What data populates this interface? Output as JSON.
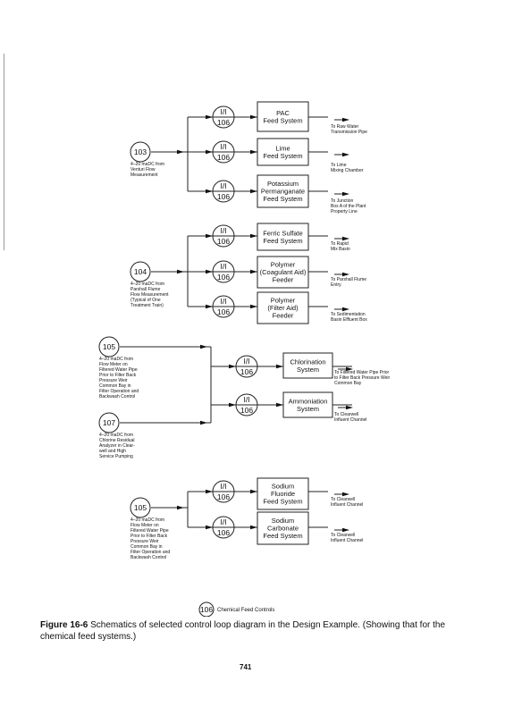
{
  "groups": [
    {
      "sources": [
        {
          "circle": "103",
          "desc": [
            "4–20 maDC from",
            "Venturi Flow",
            "Measurement"
          ]
        }
      ],
      "feeds": [
        {
          "circle": [
            "I/I",
            "106"
          ],
          "box": [
            "PAC",
            "Feed System"
          ],
          "dest": [
            "To Raw Water",
            "Transmission Pipe"
          ]
        },
        {
          "circle": [
            "I/I",
            "106"
          ],
          "box": [
            "Lime",
            "Feed System"
          ],
          "dest": [
            "To Lime",
            "Mixing Chamber"
          ]
        },
        {
          "circle": [
            "I/I",
            "106"
          ],
          "box": [
            "Potassium",
            "Permanganate",
            "Feed System"
          ],
          "dest": [
            "To Junction",
            "Box A of the Plant",
            "Property Line"
          ]
        }
      ]
    },
    {
      "sources": [
        {
          "circle": "104",
          "desc": [
            "4–20 maDC from",
            "Parshall Flume",
            "Flow Measurement",
            "(Typical of One",
            "Treatment Train)"
          ]
        }
      ],
      "feeds": [
        {
          "circle": [
            "I/I",
            "106"
          ],
          "box": [
            "Ferric Sulfate",
            "Feed System"
          ],
          "dest": [
            "To Rapid",
            "Mix Basin"
          ]
        },
        {
          "circle": [
            "I/I",
            "106"
          ],
          "box": [
            "Polymer",
            "(Coagulant Aid)",
            "Feeder"
          ],
          "dest": [
            "To Parshall Flume",
            "Entry"
          ]
        },
        {
          "circle": [
            "I/I",
            "106"
          ],
          "box": [
            "Polymer",
            "(Filter Aid)",
            "Feeder"
          ],
          "dest": [
            "To Sedimentation",
            "Basin Effluent Box"
          ]
        }
      ]
    },
    {
      "sources": [
        {
          "circle": "105",
          "desc": [
            "4–20 maDC from",
            "Flow Meter on",
            "Filtered Water Pipe",
            "Prior to Filter Back",
            "Pressure Weir",
            "Common Bay in",
            "Filter Operation and",
            "Backwash Control"
          ]
        },
        {
          "circle": "107",
          "desc": [
            "4–20 maDC from",
            "Chlorine Residual",
            "Analyzer in Clear-",
            "well and High",
            "Service Pumping"
          ]
        }
      ],
      "feeds": [
        {
          "circle": [
            "I/I",
            "106"
          ],
          "box": [
            "Chlorination",
            "System"
          ],
          "dest": [
            "To Filtered Water Pipe Prior",
            "to Filter Back Pressure Weir",
            "Common Bay"
          ]
        },
        {
          "circle": [
            "I/I",
            "106"
          ],
          "box": [
            "Ammoniation",
            "System"
          ],
          "dest": [
            "To Clearwell",
            "Influent Channel"
          ]
        }
      ]
    },
    {
      "sources": [
        {
          "circle": "105",
          "desc": [
            "4–20 maDC from",
            "Flow Meter on",
            "Filtered Water Pipe",
            "Prior to Filter Back",
            "Pressure Weir",
            "Common Bay in",
            "Filter Operation and",
            "Backwash Control"
          ]
        }
      ],
      "feeds": [
        {
          "circle": [
            "I/I",
            "106"
          ],
          "box": [
            "Sodium",
            "Fluoride",
            "Feed System"
          ],
          "dest": [
            "To Clearwell",
            "Influent Channel"
          ]
        },
        {
          "circle": [
            "I/I",
            "106"
          ],
          "box": [
            "Sodium",
            "Carbonate",
            "Feed System"
          ],
          "dest": [
            "To Clearwell",
            "Influent Channel"
          ]
        }
      ]
    }
  ],
  "legend": {
    "circle": "106",
    "label": "Chemical Feed Controls"
  },
  "caption": {
    "figure": "Figure 16-6",
    "text": "Schematics of selected control loop diagram in the Design Example. (Showing that for the chemical feed systems.)"
  },
  "page_number": "741"
}
